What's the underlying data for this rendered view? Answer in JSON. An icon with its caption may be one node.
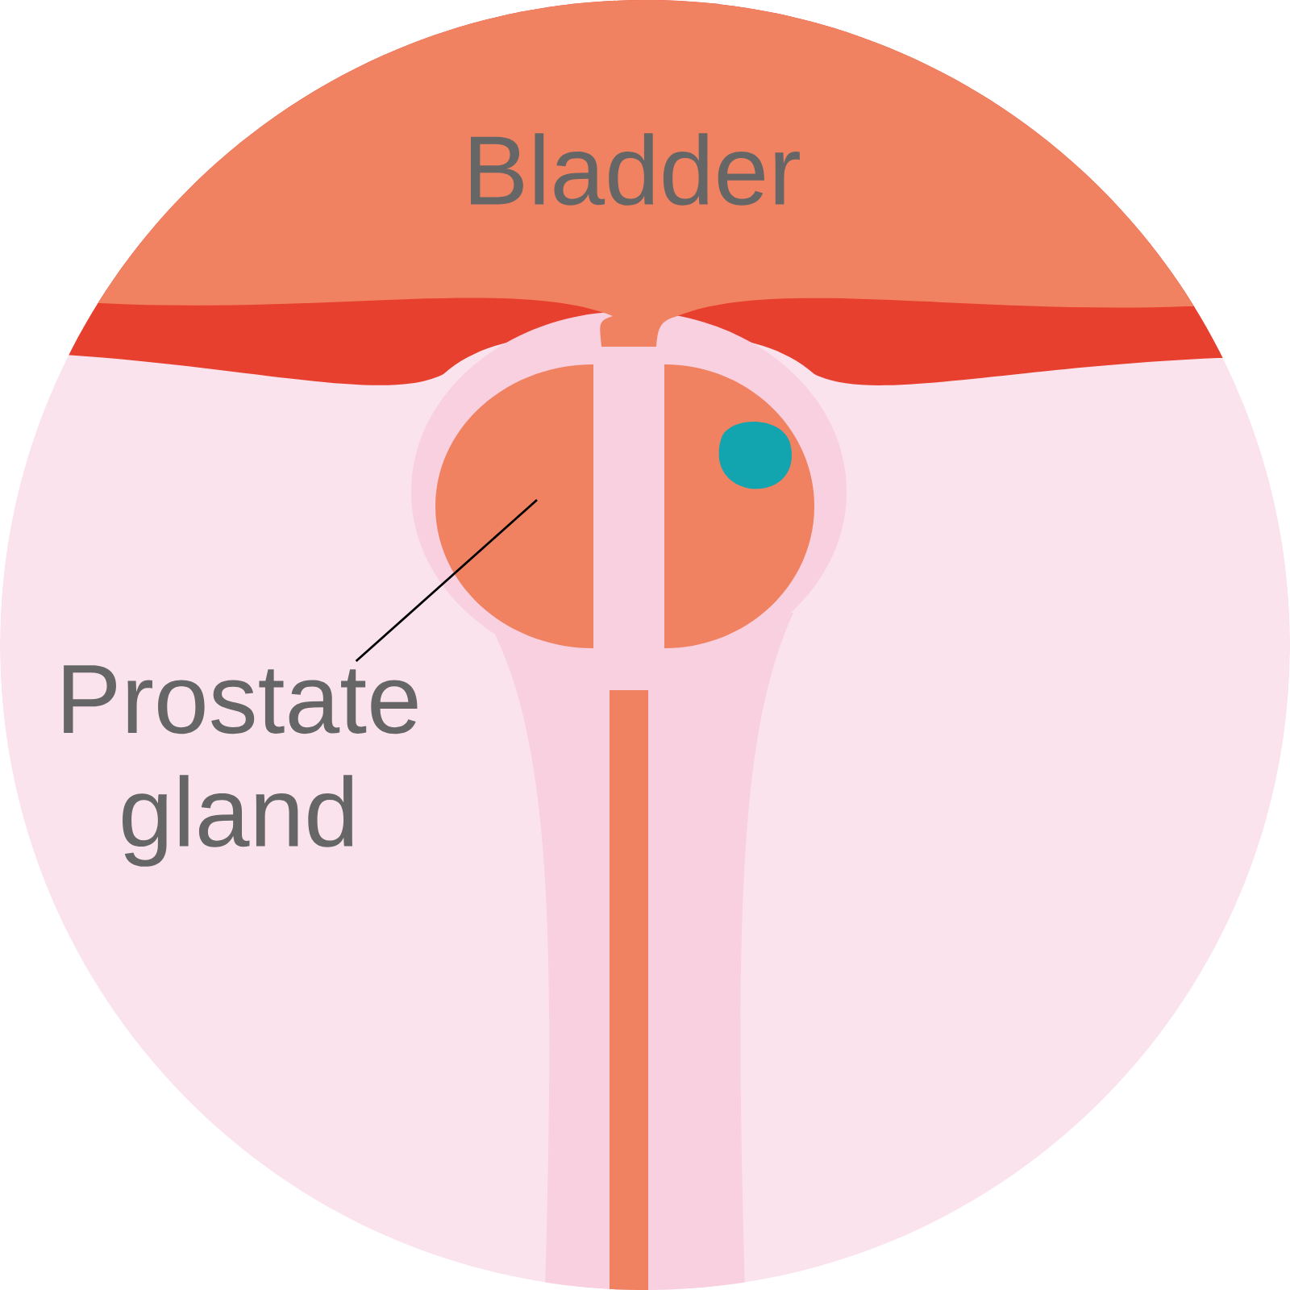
{
  "diagram": {
    "nodes": [
      {
        "text": [
          "Bladder"
        ]
      },
      {
        "text": [
          "Prostate gland"
        ]
      },
      {
        "text": [],
        "shape": "circle"
      }
    ],
    "edges": [
      {
        "from": 1,
        "to": 2,
        "arrow": "none"
      }
    ]
  }
}
